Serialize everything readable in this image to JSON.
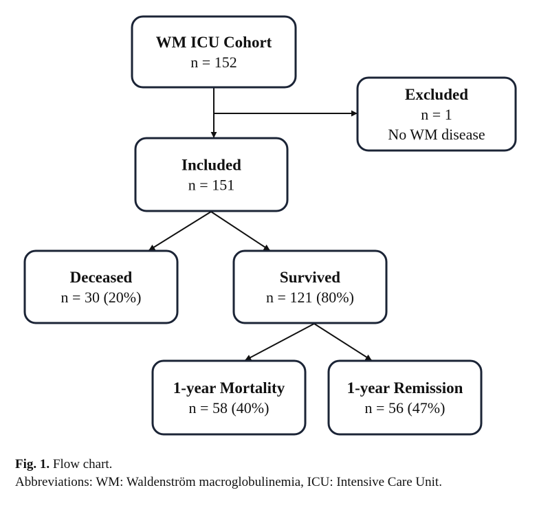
{
  "diagram": {
    "boxes": [
      {
        "id": "cohort",
        "title": "WM ICU Cohort",
        "lines": [
          "n = 152"
        ]
      },
      {
        "id": "excluded",
        "title": "Excluded",
        "lines": [
          "n = 1",
          "No WM disease"
        ]
      },
      {
        "id": "included",
        "title": "Included",
        "lines": [
          "n = 151"
        ]
      },
      {
        "id": "deceased",
        "title": "Deceased",
        "lines": [
          "n = 30 (20%)"
        ]
      },
      {
        "id": "survived",
        "title": "Survived",
        "lines": [
          "n = 121 (80%)"
        ]
      },
      {
        "id": "mortality",
        "title": "1-year Mortality",
        "lines": [
          "n = 58 (40%)"
        ]
      },
      {
        "id": "remission",
        "title": "1-year Remission",
        "lines": [
          "n = 56 (47%)"
        ]
      }
    ],
    "edges": [
      {
        "from": "cohort",
        "to": "included"
      },
      {
        "from": "cohort",
        "to": "excluded"
      },
      {
        "from": "included",
        "to": "deceased"
      },
      {
        "from": "included",
        "to": "survived"
      },
      {
        "from": "survived",
        "to": "mortality"
      },
      {
        "from": "survived",
        "to": "remission"
      }
    ]
  },
  "caption": {
    "label": "Fig. 1.",
    "title": "Flow chart.",
    "abbreviations": "Abbreviations: WM: Waldenström macroglobulinemia, ICU: Intensive Care Unit."
  }
}
